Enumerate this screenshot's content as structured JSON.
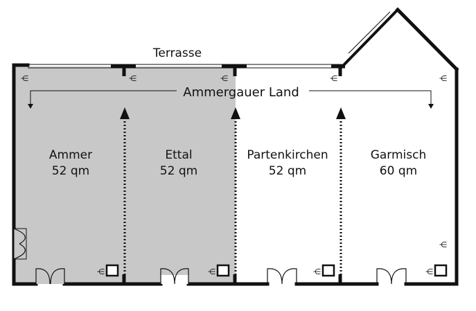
{
  "plan": {
    "terrace_label": "Terrasse",
    "corridor_label": "Ammergauer Land",
    "colors": {
      "shaded_rooms": "#c8c8c8",
      "wall": "#111111",
      "background": "#ffffff"
    },
    "rooms": [
      {
        "name": "Ammer",
        "area": "52 qm",
        "shaded": true
      },
      {
        "name": "Ettal",
        "area": "52 qm",
        "shaded": true
      },
      {
        "name": "Partenkirchen",
        "area": "52 qm",
        "shaded": false
      },
      {
        "name": "Garmisch",
        "area": "60 qm",
        "shaded": false
      }
    ],
    "icons": [
      "power-socket-icon",
      "network-outlet-icon",
      "door-swing-icon",
      "movable-partition-icon",
      "direction-arrow-icon"
    ]
  }
}
